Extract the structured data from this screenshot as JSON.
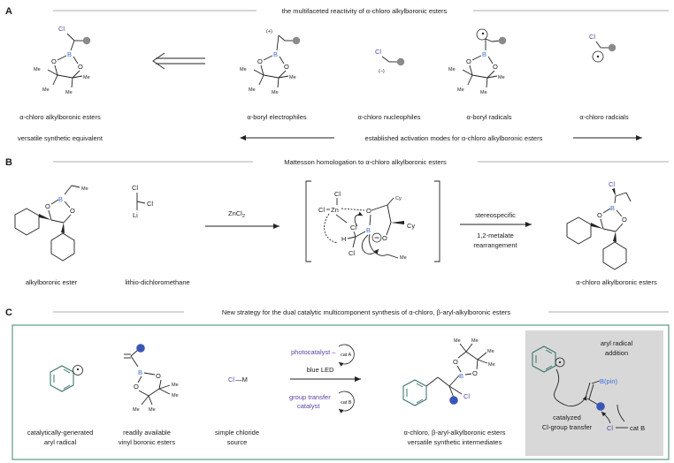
{
  "sections": {
    "a": {
      "letter": "A",
      "header": "the multifaceted reactivity of α-chloro alkylboronic esters",
      "main_caption": "α-chloro alkylboronic esters",
      "sub_caption": "versatile synthetic equivalent",
      "items": [
        {
          "caption": "α-boryl electrophiles",
          "charge": "(+)"
        },
        {
          "caption": "α-chloro nucleophiles",
          "charge": "(–)"
        },
        {
          "caption": "α-boryl radicals"
        },
        {
          "caption": "α-chloro radcials"
        }
      ],
      "activation_text": "established activation modes for α-chloro alkylboronic esters"
    },
    "b": {
      "letter": "B",
      "header": "Mattesson homologation to α-chloro alkylboronic esters",
      "start_caption": "alkylboronic ester",
      "reagent_caption": "lithio-dichloromethane",
      "reagent_above_arrow": "ZnCl",
      "reagent_sub": "2",
      "step_above": "stereospecific",
      "step_below_1": "1,2-metalate",
      "step_below_2": "rearrangement",
      "product_caption": "α-chloro alkylboronic esters"
    },
    "c": {
      "letter": "C",
      "header": "New strategy for the dual catalytic multicomponent synthesis of α-chloro, β-aryl-alkylboronic esters",
      "radical_caption_1": "catalytically-generated",
      "radical_caption_2": "aryl radical",
      "vinyl_caption_1": "readily available",
      "vinyl_caption_2": "vinyl boronic esters",
      "chloride_label": "Cl—M",
      "chloride_caption_1": "simple chloride",
      "chloride_caption_2": "source",
      "photocatalyst": "photocatalyst –",
      "cat_a": "cat A",
      "blue_led": "blue LED",
      "gt_1": "group transfer",
      "gt_2": "catalyst",
      "cat_b": "cat B",
      "product_caption_1": "α-chloro, β-aryl-alkylboronic esters",
      "product_caption_2": "versatile synthetic intermediates",
      "mech_1": "aryl radical",
      "mech_2": "addition",
      "mech_bpin": "B(pin)",
      "mech_3": "catalyzed",
      "mech_4": "Cl-group transfer",
      "mech_cl": "Cl",
      "mech_catb": "cat B"
    }
  },
  "atoms": {
    "Cl": "Cl",
    "B": "B",
    "O": "O",
    "Me": "Me",
    "Cy": "Cy",
    "Zn": "Zn",
    "Li": "Li",
    "H": "H"
  },
  "colors": {
    "boron": "#3d6fd6",
    "catalyst": "#5a3fa8",
    "chlorine": "#5a3fa8",
    "dot": "#8a8a8a",
    "blue_dot": "#3a55b5",
    "box_border": "#5a9a88",
    "mech_bg": "#d8d8d8"
  }
}
